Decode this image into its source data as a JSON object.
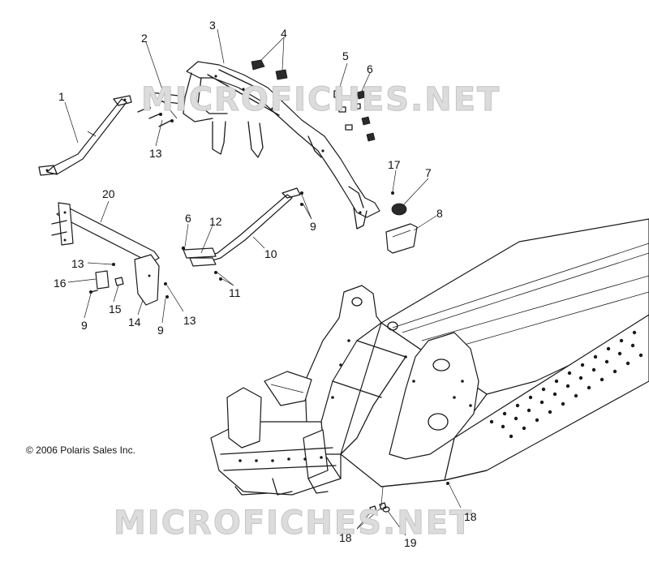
{
  "diagram": {
    "copyright": "© 2006 Polaris Sales Inc.",
    "watermarks": [
      "MICROFICHES.NET",
      "MICROFICHES.NET"
    ],
    "callouts": [
      {
        "id": "c1",
        "label": "1"
      },
      {
        "id": "c2",
        "label": "2"
      },
      {
        "id": "c3",
        "label": "3"
      },
      {
        "id": "c4",
        "label": "4"
      },
      {
        "id": "c5",
        "label": "5"
      },
      {
        "id": "c6a",
        "label": "6"
      },
      {
        "id": "c7",
        "label": "7"
      },
      {
        "id": "c8",
        "label": "8"
      },
      {
        "id": "c9a",
        "label": "9"
      },
      {
        "id": "c10",
        "label": "10"
      },
      {
        "id": "c11",
        "label": "11"
      },
      {
        "id": "c12",
        "label": "12"
      },
      {
        "id": "c13a",
        "label": "13"
      },
      {
        "id": "c17",
        "label": "17"
      },
      {
        "id": "c20",
        "label": "20"
      },
      {
        "id": "c6b",
        "label": "6"
      },
      {
        "id": "c13b",
        "label": "13"
      },
      {
        "id": "c16",
        "label": "16"
      },
      {
        "id": "c15",
        "label": "15"
      },
      {
        "id": "c14",
        "label": "14"
      },
      {
        "id": "c9b",
        "label": "9"
      },
      {
        "id": "c9c",
        "label": "9"
      },
      {
        "id": "c13c",
        "label": "13"
      },
      {
        "id": "c18a",
        "label": "18"
      },
      {
        "id": "c18b",
        "label": "18"
      },
      {
        "id": "c19",
        "label": "19"
      }
    ]
  }
}
